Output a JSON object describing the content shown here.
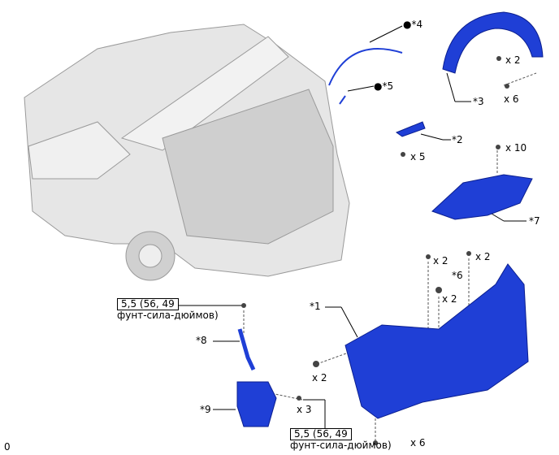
{
  "colors": {
    "part": "#1f3fd6",
    "part_dark": "#0b1f8f",
    "vehicle": "#d8d8d8",
    "line": "#000000"
  },
  "labels": {
    "p4": "●*4",
    "p5": "●*5",
    "p3": "*3",
    "p3_qty_a": "x 2",
    "p3_qty_b": "x 6",
    "p2": "*2",
    "p2_qty": "x 5",
    "p7_qty": "x 10",
    "p7": "*7",
    "p1_qty_a": "x 2",
    "p1_qty_b": "x 2",
    "p6": "*6",
    "p6_qty": "x 2",
    "p1": "*1",
    "p1_qty_side": "x 2",
    "p8": "*8",
    "p9": "*9",
    "p9_qty": "x 3",
    "p1_qty_bottom": "x 6",
    "corner": "0"
  },
  "torque": [
    {
      "value": "5,5 (56, 49",
      "unit": "фунт-сила-дюймов)"
    },
    {
      "value": "5,5 (56, 49",
      "unit": "фунт-сила-дюймов)"
    }
  ]
}
